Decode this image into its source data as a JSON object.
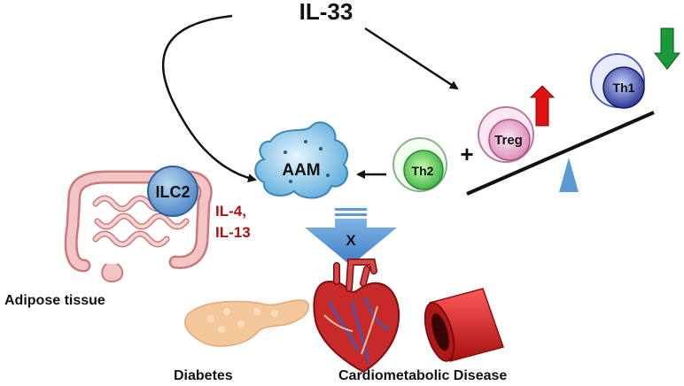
{
  "title": "IL-33",
  "cells": {
    "ilc2": "ILC2",
    "aam": "AAM",
    "th2": "Th2",
    "treg": "Treg",
    "th1": "Th1"
  },
  "plus_sign": "+",
  "cytokines": {
    "line1": "IL-4,",
    "line2": "IL-13"
  },
  "block_label": "X",
  "captions": {
    "adipose": "Adipose tissue",
    "diabetes": "Diabetes",
    "cardiometabolic": "Cardiometabolic Disease"
  },
  "icons": {
    "intestine": "intestine-icon",
    "pancreas": "pancreas-icon",
    "heart": "heart-icon",
    "artery": "artery-icon",
    "up_arrow": "up-arrow-icon",
    "down_arrow": "down-arrow-icon"
  },
  "colors": {
    "arrow_up": "#e01010",
    "arrow_down": "#1a9a3a",
    "cytokine_text": "#b01010",
    "big_arrow": "#5b9bd5",
    "fulcrum": "#5b9bd5",
    "ilc2": "#6fa3d6",
    "aam": "#7fc3e8",
    "th2": "#59d15a",
    "treg": "#e8a8cc",
    "th1": "#3c4fb0",
    "artery": "#d92525",
    "pancreas": "#f3c79a"
  }
}
